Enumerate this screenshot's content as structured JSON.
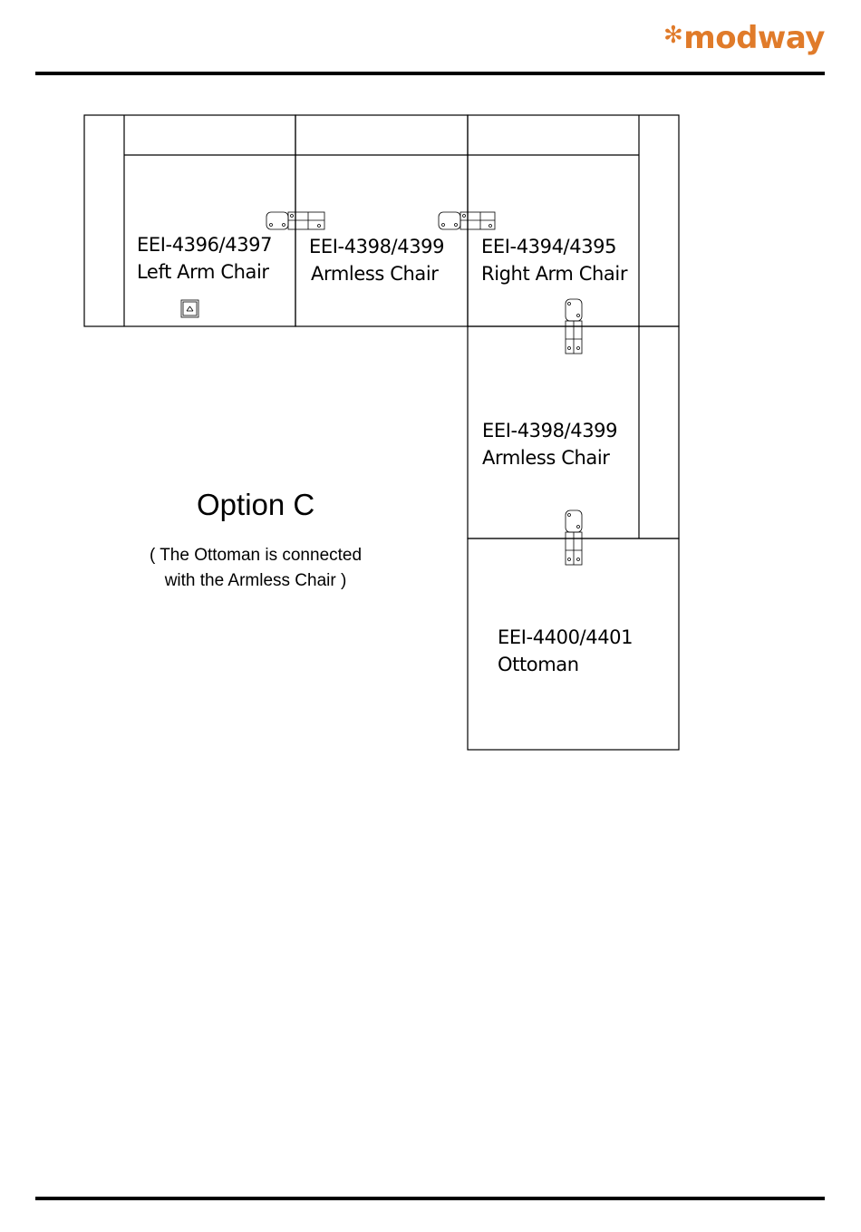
{
  "header": {
    "logo_text": "modway",
    "logo_color": "#e07b2a"
  },
  "diagram": {
    "option_title": "Option C",
    "note_line1": "( The Ottoman is connected",
    "note_line2": "with the Armless Chair )",
    "pieces": [
      {
        "code": "EEI-4396/4397",
        "name": "Left Arm Chair"
      },
      {
        "code": "EEI-4398/4399",
        "name": "Armless Chair"
      },
      {
        "code": "EEI-4394/4395",
        "name": "Right Arm Chair"
      },
      {
        "code": "EEI-4398/4399",
        "name": "Armless Chair"
      },
      {
        "code": "EEI-4400/4401",
        "name": "Ottoman"
      }
    ]
  }
}
